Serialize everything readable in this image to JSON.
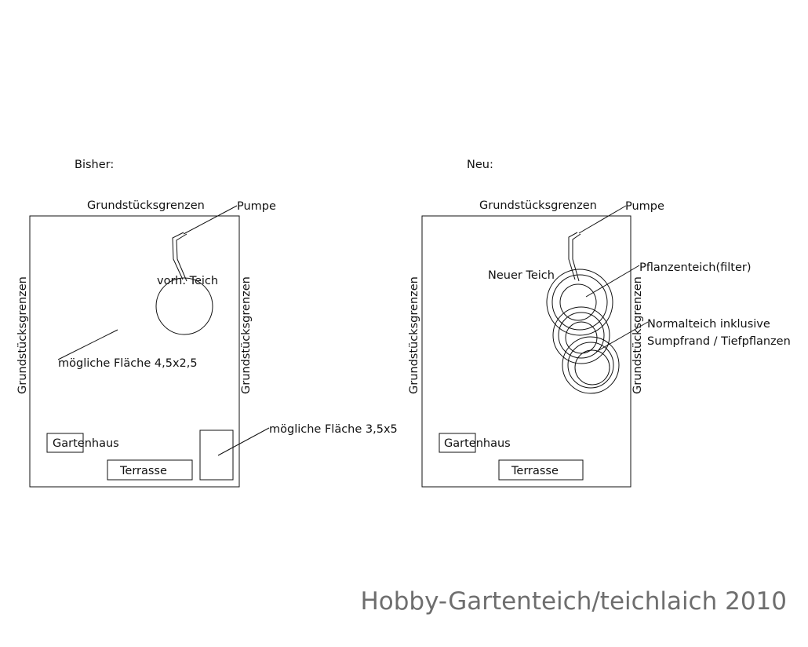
{
  "plan_before": {
    "heading": "Bisher:",
    "boundary_top": "Grundstücksgrenzen",
    "boundary_left": "Grundstücksgrenzen",
    "boundary_right": "Grundstücksgrenzen",
    "pump": "Pumpe",
    "existing_pond": "vorh. Teich",
    "area_1": "mögliche Fläche 4,5x2,5",
    "area_2": "mögliche Fläche 3,5x5",
    "shed": "Gartenhaus",
    "terrace": "Terrasse"
  },
  "plan_after": {
    "heading": "Neu:",
    "boundary_top": "Grundstücksgrenzen",
    "boundary_left": "Grundstücksgrenzen",
    "boundary_right": "Grundstücksgrenzen",
    "pump": "Pumpe",
    "new_pond": "Neuer Teich",
    "plant_pond": "Pflanzenteich(filter)",
    "normal_pond_line1": "Normalteich inklusive",
    "normal_pond_line2": "Sumpfrand / Tiefpflanzen",
    "shed": "Gartenhaus",
    "terrace": "Terrasse"
  },
  "watermark": "Hobby-Gartenteich/teichlaich 2010"
}
